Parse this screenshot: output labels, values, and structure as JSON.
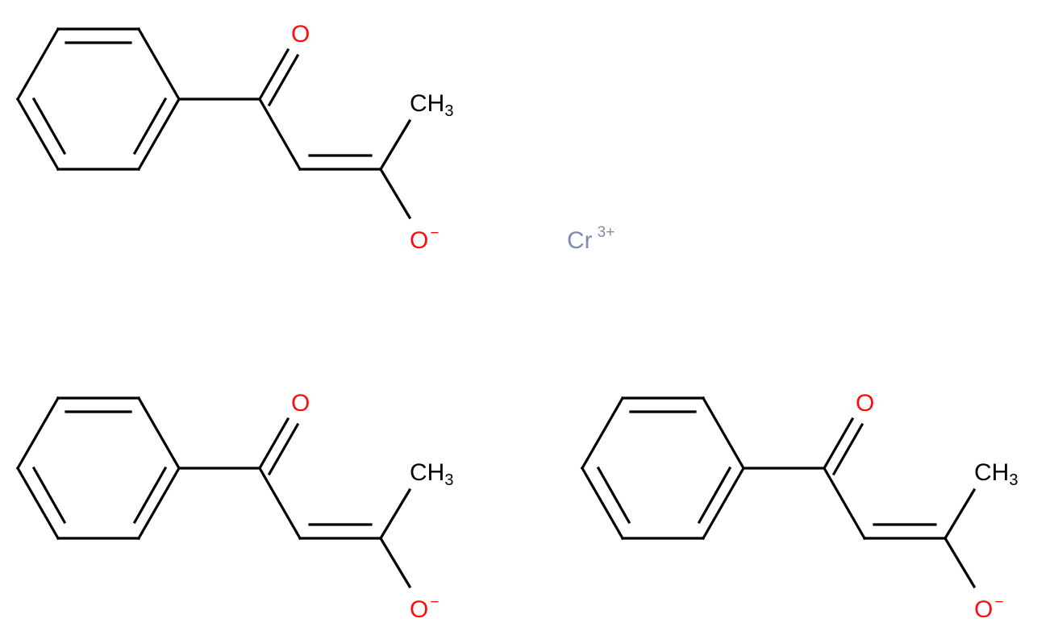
{
  "title": "Chromium(III) benzoylacetonate",
  "ligands": [
    {
      "carbonyl_o": "O",
      "methyl": "CH",
      "methyl_sub": "3",
      "enolate_o": "O",
      "enolate_charge": "−"
    },
    {
      "carbonyl_o": "O",
      "methyl": "CH",
      "methyl_sub": "3",
      "enolate_o": "O",
      "enolate_charge": "−"
    },
    {
      "carbonyl_o": "O",
      "methyl": "CH",
      "methyl_sub": "3",
      "enolate_o": "O",
      "enolate_charge": "−"
    }
  ],
  "metal": {
    "symbol": "Cr",
    "charge": "3+"
  },
  "colors": {
    "oxygen": "#ff0d0d",
    "carbon": "#000000",
    "chromium": "#7c8cb0"
  }
}
